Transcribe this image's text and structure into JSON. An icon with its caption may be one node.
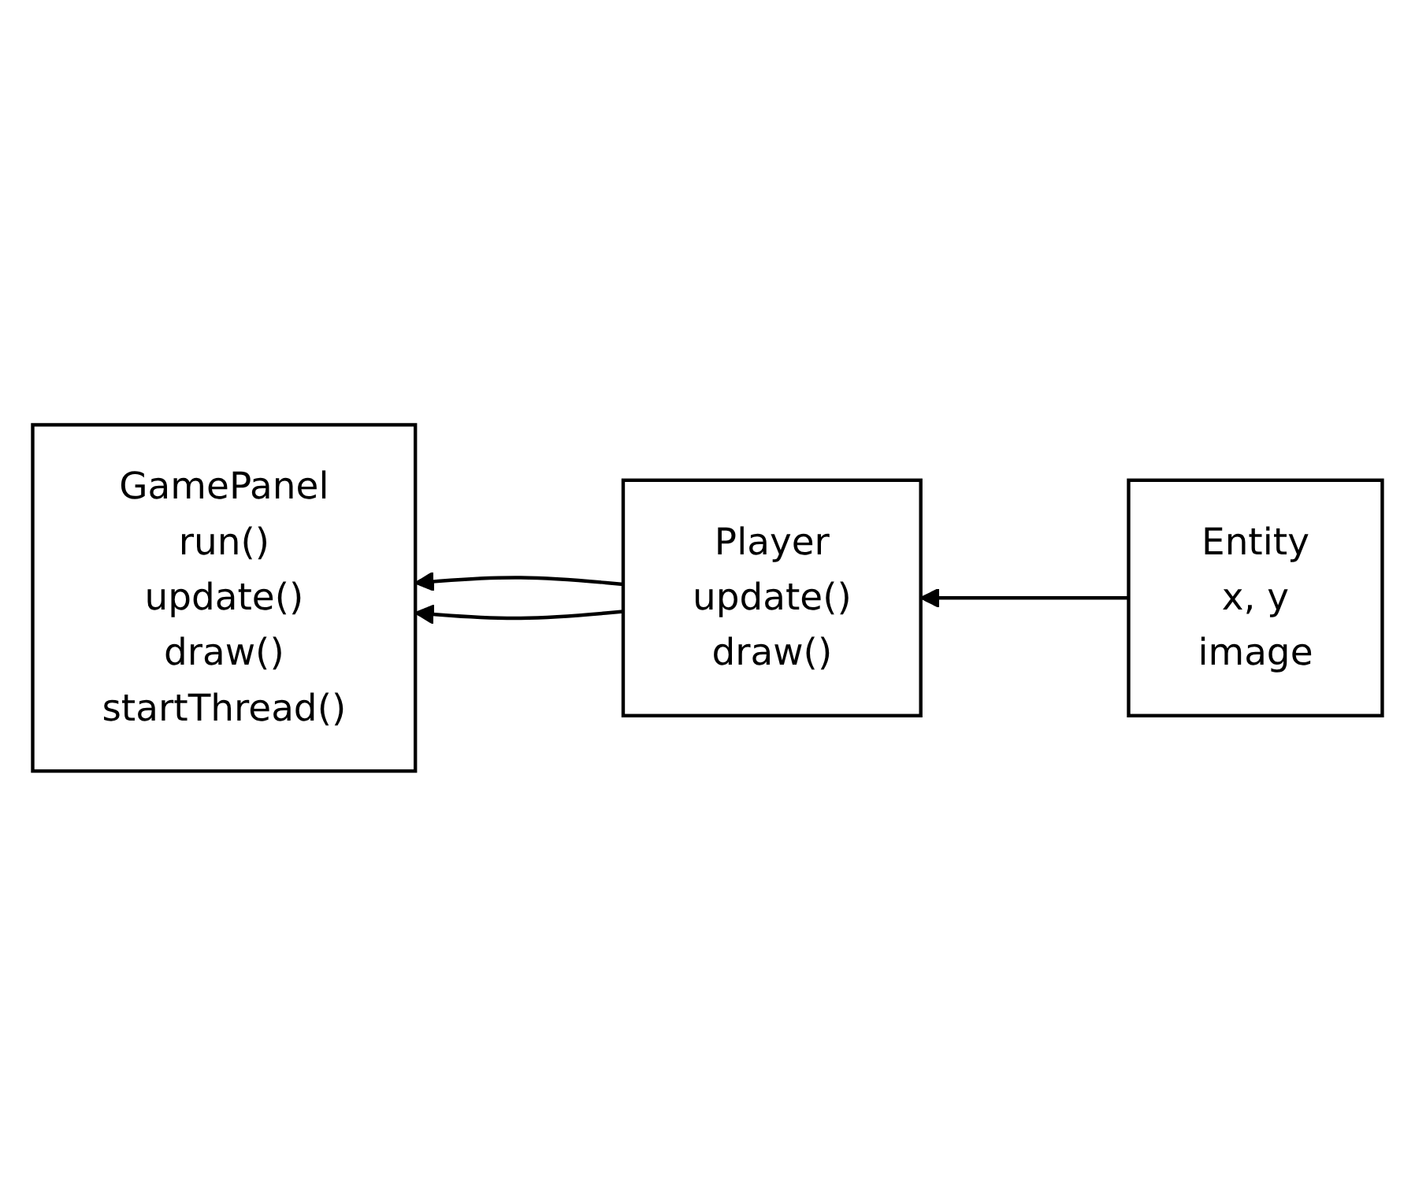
{
  "diagram": {
    "nodes": [
      {
        "text": [
          "GamePanel",
          "run()",
          "update()",
          "draw()",
          "startThread()"
        ]
      },
      {
        "text": [
          "Player",
          "update()",
          "draw()"
        ]
      },
      {
        "text": [
          "Entity",
          "x, y",
          "image"
        ]
      }
    ],
    "edges": [
      {
        "from": 1,
        "to": 0,
        "arrow": "to"
      },
      {
        "from": 1,
        "to": 0,
        "arrow": "to"
      },
      {
        "from": 2,
        "to": 1,
        "arrow": "to"
      }
    ]
  }
}
